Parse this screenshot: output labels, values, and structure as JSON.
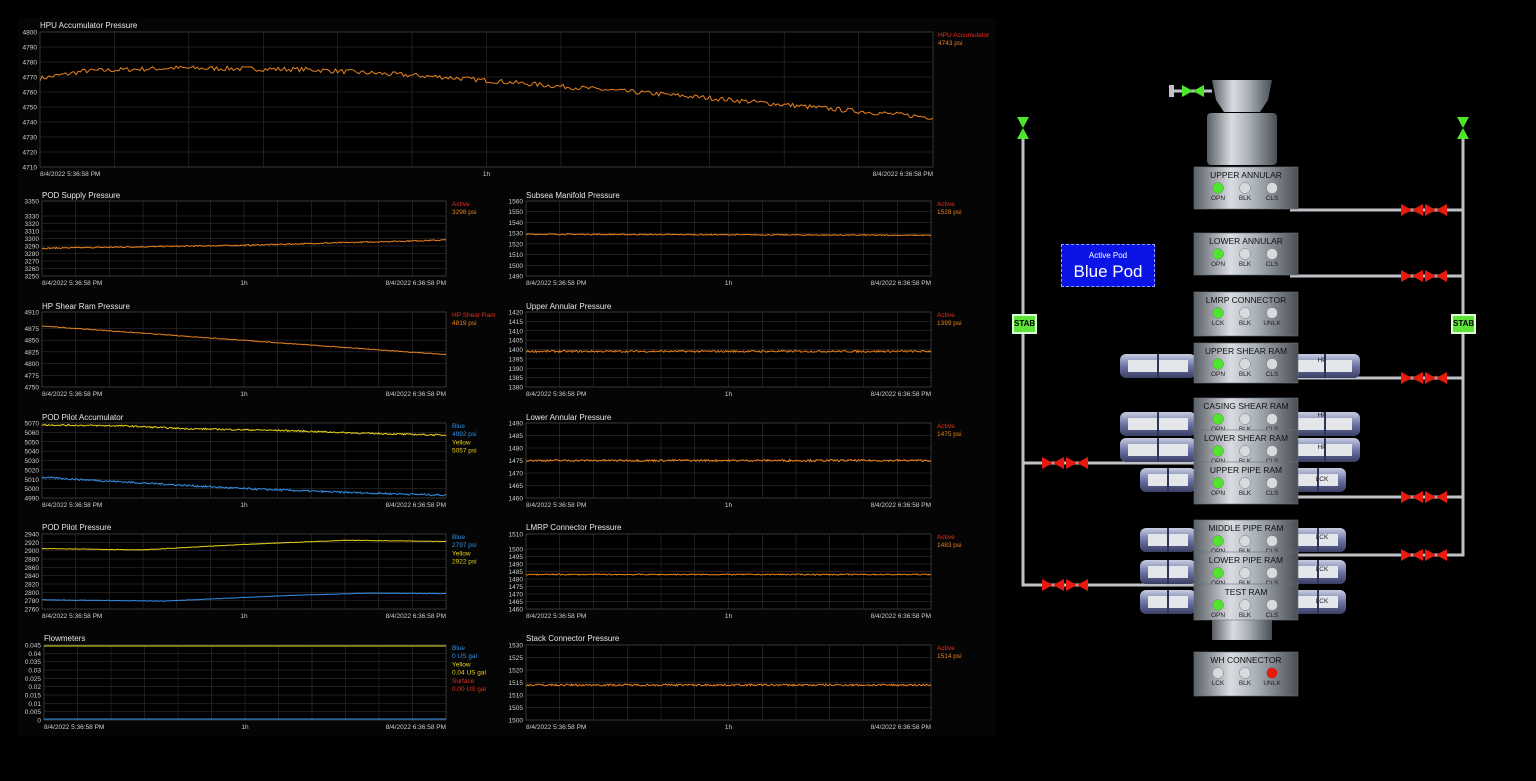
{
  "colors": {
    "series_orange": "#e8821e",
    "series_blue": "#2f8fe6",
    "series_yellow": "#e6d21c",
    "label_red": "#e0311e",
    "grid": "#3a3a3a",
    "lamp_green": "#4de62c",
    "lamp_red": "#e81a10",
    "pod_blue": "#0a14e6"
  },
  "chart_data": [
    {
      "id": "hpu",
      "type": "line",
      "title": "HPU Accumulator Pressure",
      "ylim": [
        4710,
        4800
      ],
      "yticks": [
        4710,
        4720,
        4730,
        4740,
        4750,
        4760,
        4770,
        4780,
        4790,
        4800
      ],
      "xlabels": [
        "8/4/2022 5:36:58 PM",
        "1h",
        "8/4/2022 6:36:58 PM"
      ],
      "series": [
        {
          "name": "HPU Accumulator",
          "color": "orange",
          "noise": 1.6,
          "x": [
            0,
            0.05,
            0.15,
            0.3,
            0.45,
            0.6,
            0.75,
            0.9,
            1
          ],
          "values": [
            4769,
            4774,
            4776,
            4775,
            4770,
            4763,
            4756,
            4748,
            4743
          ]
        }
      ],
      "legend": [
        {
          "text": "HPU Accumulator",
          "color": "label_red"
        },
        {
          "text": "4743 psi",
          "color": "series_orange"
        }
      ]
    },
    {
      "id": "pod_supply",
      "type": "line",
      "title": "POD Supply Pressure",
      "ylim": [
        3250,
        3350
      ],
      "yticks": [
        3250,
        3260,
        3270,
        3280,
        3290,
        3300,
        3310,
        3320,
        3330,
        3350
      ],
      "xlabels": [
        "8/4/2022 5:36:58 PM",
        "1h",
        "8/4/2022 6:36:58 PM"
      ],
      "series": [
        {
          "name": "Active",
          "color": "orange",
          "noise": 0.8,
          "x": [
            0,
            0.5,
            1
          ],
          "values": [
            3287,
            3291,
            3298
          ]
        }
      ],
      "legend": [
        {
          "text": "Active",
          "color": "label_red"
        },
        {
          "text": "3298 psi",
          "color": "series_orange"
        }
      ]
    },
    {
      "id": "subsea_manifold",
      "type": "line",
      "title": "Subsea Manifold Pressure",
      "ylim": [
        1490,
        1560
      ],
      "yticks": [
        1490,
        1500,
        1510,
        1520,
        1530,
        1540,
        1550,
        1560
      ],
      "xlabels": [
        "8/4/2022 5:36:58 PM",
        "1h",
        "8/4/2022 6:36:58 PM"
      ],
      "series": [
        {
          "name": "Active",
          "color": "orange",
          "noise": 0.5,
          "x": [
            0,
            1
          ],
          "values": [
            1529,
            1528
          ]
        }
      ],
      "legend": [
        {
          "text": "Active",
          "color": "label_red"
        },
        {
          "text": "1528 psi",
          "color": "series_orange"
        }
      ]
    },
    {
      "id": "hp_shear",
      "type": "line",
      "title": "HP Shear Ram Pressure",
      "ylim": [
        4750,
        4910
      ],
      "yticks": [
        4750,
        4775,
        4800,
        4825,
        4850,
        4875,
        4910
      ],
      "xlabels": [
        "8/4/2022 5:36:58 PM",
        "1h",
        "8/4/2022 6:36:58 PM"
      ],
      "series": [
        {
          "name": "HP Shear Ram",
          "color": "orange",
          "noise": 0.8,
          "x": [
            0,
            1
          ],
          "values": [
            4880,
            4819
          ]
        }
      ],
      "legend": [
        {
          "text": "HP Shear Ram",
          "color": "label_red"
        },
        {
          "text": "4819 psi",
          "color": "series_orange"
        }
      ]
    },
    {
      "id": "upper_annular",
      "type": "line",
      "title": "Upper Annular Pressure",
      "ylim": [
        1380,
        1420
      ],
      "yticks": [
        1380,
        1385,
        1390,
        1395,
        1400,
        1405,
        1410,
        1415,
        1420
      ],
      "xlabels": [
        "8/4/2022 5:36:58 PM",
        "1h",
        "8/4/2022 6:36:58 PM"
      ],
      "series": [
        {
          "name": "Active",
          "color": "orange",
          "noise": 0.5,
          "x": [
            0,
            1
          ],
          "values": [
            1399,
            1399
          ]
        }
      ],
      "legend": [
        {
          "text": "Active",
          "color": "label_red"
        },
        {
          "text": "1399 psi",
          "color": "series_orange"
        }
      ]
    },
    {
      "id": "pod_pilot_acc",
      "type": "line",
      "title": "POD Pilot Accumulator",
      "ylim": [
        4990,
        5070
      ],
      "yticks": [
        4990,
        5000,
        5010,
        5020,
        5030,
        5040,
        5050,
        5060,
        5070
      ],
      "xlabels": [
        "8/4/2022 5:36:58 PM",
        "1h",
        "8/4/2022 6:36:58 PM"
      ],
      "series": [
        {
          "name": "Blue",
          "color": "blue",
          "noise": 1.0,
          "x": [
            0,
            0.25,
            0.5,
            0.75,
            1
          ],
          "values": [
            5012,
            5006,
            5000,
            4996,
            4993
          ]
        },
        {
          "name": "Yellow",
          "color": "yellow",
          "noise": 0.8,
          "x": [
            0,
            0.2,
            0.35,
            0.6,
            0.8,
            1
          ],
          "values": [
            5068,
            5067,
            5064,
            5062,
            5059,
            5057
          ]
        }
      ],
      "legend": [
        {
          "text": "Blue",
          "color": "series_blue"
        },
        {
          "text": "4992 psi",
          "color": "series_blue"
        },
        {
          "text": "Yellow",
          "color": "series_yellow"
        },
        {
          "text": "5057 psi",
          "color": "series_yellow"
        }
      ]
    },
    {
      "id": "lower_annular",
      "type": "line",
      "title": "Lower Annular Pressure",
      "ylim": [
        1460,
        1490
      ],
      "yticks": [
        1460,
        1465,
        1470,
        1475,
        1480,
        1485,
        1490
      ],
      "xlabels": [
        "8/4/2022 5:36:58 PM",
        "1h",
        "8/4/2022 6:36:58 PM"
      ],
      "series": [
        {
          "name": "Active",
          "color": "orange",
          "noise": 0.4,
          "x": [
            0,
            1
          ],
          "values": [
            1475,
            1475
          ]
        }
      ],
      "legend": [
        {
          "text": "Active",
          "color": "label_red"
        },
        {
          "text": "1475 psi",
          "color": "series_orange"
        }
      ]
    },
    {
      "id": "pod_pilot_pressure",
      "type": "line",
      "title": "POD Pilot Pressure",
      "ylim": [
        2760,
        2940
      ],
      "yticks": [
        2760,
        2780,
        2800,
        2820,
        2840,
        2860,
        2880,
        2900,
        2920,
        2940
      ],
      "xlabels": [
        "8/4/2022 5:36:58 PM",
        "1h",
        "8/4/2022 6:36:58 PM"
      ],
      "series": [
        {
          "name": "Blue",
          "color": "blue",
          "noise": 0.6,
          "x": [
            0,
            0.3,
            0.6,
            0.8,
            1
          ],
          "values": [
            2782,
            2779,
            2792,
            2798,
            2797
          ]
        },
        {
          "name": "Yellow",
          "color": "yellow",
          "noise": 0.6,
          "x": [
            0,
            0.25,
            0.5,
            0.75,
            1
          ],
          "values": [
            2905,
            2902,
            2915,
            2925,
            2922
          ]
        }
      ],
      "legend": [
        {
          "text": "Blue",
          "color": "series_blue"
        },
        {
          "text": "2797 psi",
          "color": "series_blue"
        },
        {
          "text": "Yellow",
          "color": "series_yellow"
        },
        {
          "text": "2922 psi",
          "color": "series_yellow"
        }
      ]
    },
    {
      "id": "lmrp_connector",
      "type": "line",
      "title": "LMRP Connector Pressure",
      "ylim": [
        1460,
        1510
      ],
      "yticks": [
        1460,
        1465,
        1470,
        1475,
        1480,
        1485,
        1490,
        1495,
        1500,
        1510
      ],
      "xlabels": [
        "8/4/2022 5:36:58 PM",
        "1h",
        "8/4/2022 6:36:58 PM"
      ],
      "series": [
        {
          "name": "Active",
          "color": "orange",
          "noise": 0.4,
          "x": [
            0,
            1
          ],
          "values": [
            1483,
            1483
          ]
        }
      ],
      "legend": [
        {
          "text": "Active",
          "color": "label_red"
        },
        {
          "text": "1483 psi",
          "color": "series_orange"
        }
      ]
    },
    {
      "id": "flowmeters",
      "type": "line",
      "title": "Flowmeters",
      "ylim": [
        0,
        0.045
      ],
      "yticks": [
        0,
        0.005,
        0.01,
        0.015,
        0.02,
        0.025,
        0.03,
        0.035,
        0.04,
        0.045
      ],
      "xlabels": [
        "8/4/2022 5:36:58 PM",
        "1h",
        "8/4/2022 6:36:58 PM"
      ],
      "series": [
        {
          "name": "Blue",
          "color": "blue",
          "noise": 0,
          "x": [
            0,
            1
          ],
          "values": [
            0,
            0
          ]
        },
        {
          "name": "Yellow",
          "color": "yellow",
          "noise": 0,
          "x": [
            0,
            1
          ],
          "values": [
            0.045,
            0.045
          ]
        }
      ],
      "legend": [
        {
          "text": "Blue",
          "color": "series_blue"
        },
        {
          "text": "0 US gal",
          "color": "series_blue"
        },
        {
          "text": "Yellow",
          "color": "series_yellow"
        },
        {
          "text": "0.04 US gal",
          "color": "series_yellow"
        },
        {
          "text": "Surface",
          "color": "label_red"
        },
        {
          "text": "0.00 US gal",
          "color": "label_red"
        }
      ]
    },
    {
      "id": "stack_connector",
      "type": "line",
      "title": "Stack Connector Pressure",
      "ylim": [
        1500,
        1530
      ],
      "yticks": [
        1500,
        1505,
        1510,
        1515,
        1520,
        1525,
        1530
      ],
      "xlabels": [
        "8/4/2022 5:36:58 PM",
        "1h",
        "8/4/2022 6:36:58 PM"
      ],
      "series": [
        {
          "name": "Active",
          "color": "orange",
          "noise": 0.4,
          "x": [
            0,
            1
          ],
          "values": [
            1514,
            1514
          ]
        }
      ],
      "legend": [
        {
          "text": "Active",
          "color": "label_red"
        },
        {
          "text": "1514 psi",
          "color": "series_orange"
        }
      ]
    }
  ],
  "active_pod": {
    "label": "Active Pod",
    "value": "Blue Pod"
  },
  "stab_labels": [
    "STAB",
    "STAB"
  ],
  "bop_functions": [
    {
      "name": "UPPER ANNULAR",
      "lamps": [
        {
          "label": "OPN",
          "state": "on"
        },
        {
          "label": "BLK",
          "state": "off"
        },
        {
          "label": "CLS",
          "state": "off"
        }
      ]
    },
    {
      "name": "LOWER ANNULAR",
      "lamps": [
        {
          "label": "OPN",
          "state": "on"
        },
        {
          "label": "BLK",
          "state": "off"
        },
        {
          "label": "CLS",
          "state": "off"
        }
      ]
    },
    {
      "name": "LMRP CONNECTOR",
      "lamps": [
        {
          "label": "LCK",
          "state": "on"
        },
        {
          "label": "BLK",
          "state": "off"
        },
        {
          "label": "UNLK",
          "state": "off"
        }
      ]
    },
    {
      "name": "UPPER SHEAR RAM",
      "side_label": "HP",
      "lamps": [
        {
          "label": "OPN",
          "state": "on"
        },
        {
          "label": "BLK",
          "state": "off"
        },
        {
          "label": "CLS",
          "state": "off"
        }
      ]
    },
    {
      "name": "CASING SHEAR RAM",
      "side_label": "HP",
      "lamps": [
        {
          "label": "OPN",
          "state": "on"
        },
        {
          "label": "BLK",
          "state": "off"
        },
        {
          "label": "CLS",
          "state": "off"
        }
      ]
    },
    {
      "name": "LOWER SHEAR RAM",
      "side_label": "HP",
      "lamps": [
        {
          "label": "OPN",
          "state": "on"
        },
        {
          "label": "BLK",
          "state": "off"
        },
        {
          "label": "CLS",
          "state": "off"
        }
      ]
    },
    {
      "name": "UPPER PIPE RAM",
      "side_label": "LCK",
      "lamps": [
        {
          "label": "OPN",
          "state": "on"
        },
        {
          "label": "BLK",
          "state": "off"
        },
        {
          "label": "CLS",
          "state": "off"
        }
      ]
    },
    {
      "name": "MIDDLE PIPE RAM",
      "side_label": "LCK",
      "lamps": [
        {
          "label": "OPN",
          "state": "on"
        },
        {
          "label": "BLK",
          "state": "off"
        },
        {
          "label": "CLS",
          "state": "off"
        }
      ]
    },
    {
      "name": "LOWER PIPE RAM",
      "side_label": "LCK",
      "lamps": [
        {
          "label": "OPN",
          "state": "on"
        },
        {
          "label": "BLK",
          "state": "off"
        },
        {
          "label": "CLS",
          "state": "off"
        }
      ]
    },
    {
      "name": "TEST RAM",
      "side_label": "LCK",
      "lamps": [
        {
          "label": "OPN",
          "state": "on"
        },
        {
          "label": "BLK",
          "state": "off"
        },
        {
          "label": "CLS",
          "state": "off"
        }
      ]
    },
    {
      "name": "WH CONNECTOR",
      "lamps": [
        {
          "label": "LCK",
          "state": "off"
        },
        {
          "label": "BLK",
          "state": "off"
        },
        {
          "label": "UNLK",
          "state": "red"
        }
      ]
    }
  ]
}
